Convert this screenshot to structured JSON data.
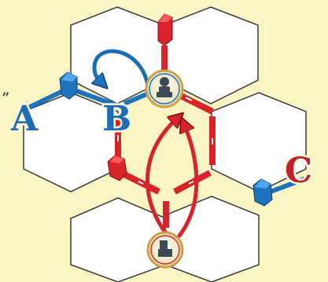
{
  "labels": [
    {
      "id": "A",
      "text": "A",
      "color": "#1e6cb5"
    },
    {
      "id": "B",
      "text": "B",
      "color": "#1e6cb5"
    },
    {
      "id": "C",
      "text": "C",
      "color": "#c0202a"
    }
  ],
  "edge_mark": "”",
  "colors": {
    "background": "#fbf5c3",
    "hex_fill": "#ffffff",
    "hex_stroke": "#3a3a3a",
    "blue": "#1e73be",
    "red": "#d8232a",
    "token_ring": "#d8c48a"
  },
  "tokens": [
    {
      "id": "top",
      "icon": "player-piece-icon"
    },
    {
      "id": "bottom",
      "icon": "player-piece-icon"
    }
  ]
}
